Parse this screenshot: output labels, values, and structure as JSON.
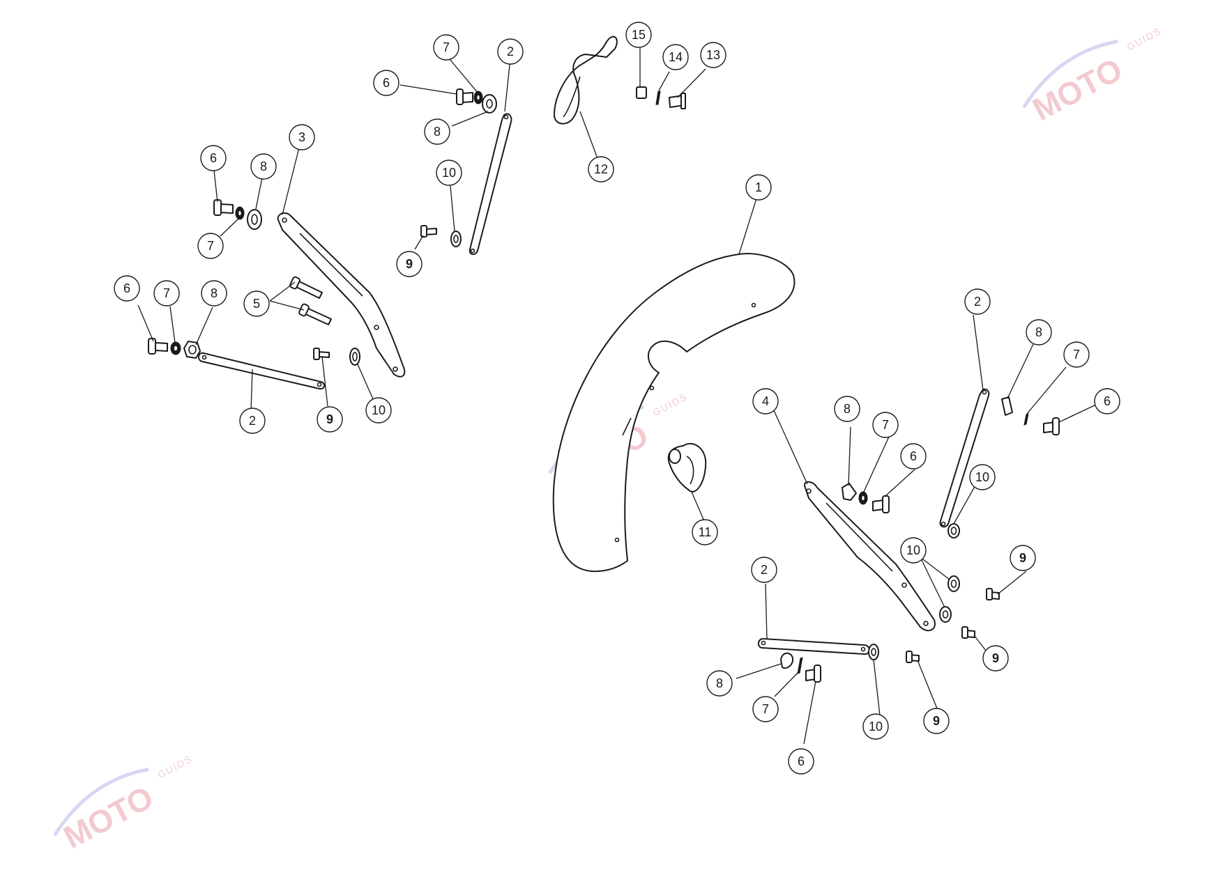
{
  "diagram": {
    "callouts": [
      {
        "id": "c1",
        "label": "1",
        "bold": false
      },
      {
        "id": "c2a",
        "label": "2",
        "bold": false
      },
      {
        "id": "c2b",
        "label": "2",
        "bold": false
      },
      {
        "id": "c2c",
        "label": "2",
        "bold": false
      },
      {
        "id": "c2d",
        "label": "2",
        "bold": false
      },
      {
        "id": "c3",
        "label": "3",
        "bold": false
      },
      {
        "id": "c4",
        "label": "4",
        "bold": false
      },
      {
        "id": "c5",
        "label": "5",
        "bold": false
      },
      {
        "id": "c6a",
        "label": "6",
        "bold": false
      },
      {
        "id": "c6b",
        "label": "6",
        "bold": false
      },
      {
        "id": "c6c",
        "label": "6",
        "bold": false
      },
      {
        "id": "c6d",
        "label": "6",
        "bold": false
      },
      {
        "id": "c6e",
        "label": "6",
        "bold": false
      },
      {
        "id": "c6f",
        "label": "6",
        "bold": false
      },
      {
        "id": "c7a",
        "label": "7",
        "bold": false
      },
      {
        "id": "c7b",
        "label": "7",
        "bold": false
      },
      {
        "id": "c7c",
        "label": "7",
        "bold": false
      },
      {
        "id": "c7d",
        "label": "7",
        "bold": false
      },
      {
        "id": "c7e",
        "label": "7",
        "bold": false
      },
      {
        "id": "c7f",
        "label": "7",
        "bold": false
      },
      {
        "id": "c8a",
        "label": "8",
        "bold": false
      },
      {
        "id": "c8b",
        "label": "8",
        "bold": false
      },
      {
        "id": "c8c",
        "label": "8",
        "bold": false
      },
      {
        "id": "c8d",
        "label": "8",
        "bold": false
      },
      {
        "id": "c8e",
        "label": "8",
        "bold": false
      },
      {
        "id": "c8f",
        "label": "8",
        "bold": false
      },
      {
        "id": "c9a",
        "label": "9",
        "bold": true
      },
      {
        "id": "c9b",
        "label": "9",
        "bold": true
      },
      {
        "id": "c9c",
        "label": "9",
        "bold": true
      },
      {
        "id": "c9d",
        "label": "9",
        "bold": true
      },
      {
        "id": "c9e",
        "label": "9",
        "bold": true
      },
      {
        "id": "c10a",
        "label": "10",
        "bold": false
      },
      {
        "id": "c10b",
        "label": "10",
        "bold": false
      },
      {
        "id": "c10c",
        "label": "10",
        "bold": false
      },
      {
        "id": "c10d",
        "label": "10",
        "bold": false
      },
      {
        "id": "c10e",
        "label": "10",
        "bold": false
      },
      {
        "id": "c11",
        "label": "11",
        "bold": false
      },
      {
        "id": "c12",
        "label": "12",
        "bold": false
      },
      {
        "id": "c13",
        "label": "13",
        "bold": false
      },
      {
        "id": "c14",
        "label": "14",
        "bold": false
      },
      {
        "id": "c15",
        "label": "15",
        "bold": false
      }
    ]
  },
  "watermark": {
    "brand": "MOTO",
    "sub": "GUIDS",
    "colors": {
      "text": "#e8a0aa",
      "swoosh": "#b8b8e8"
    }
  }
}
